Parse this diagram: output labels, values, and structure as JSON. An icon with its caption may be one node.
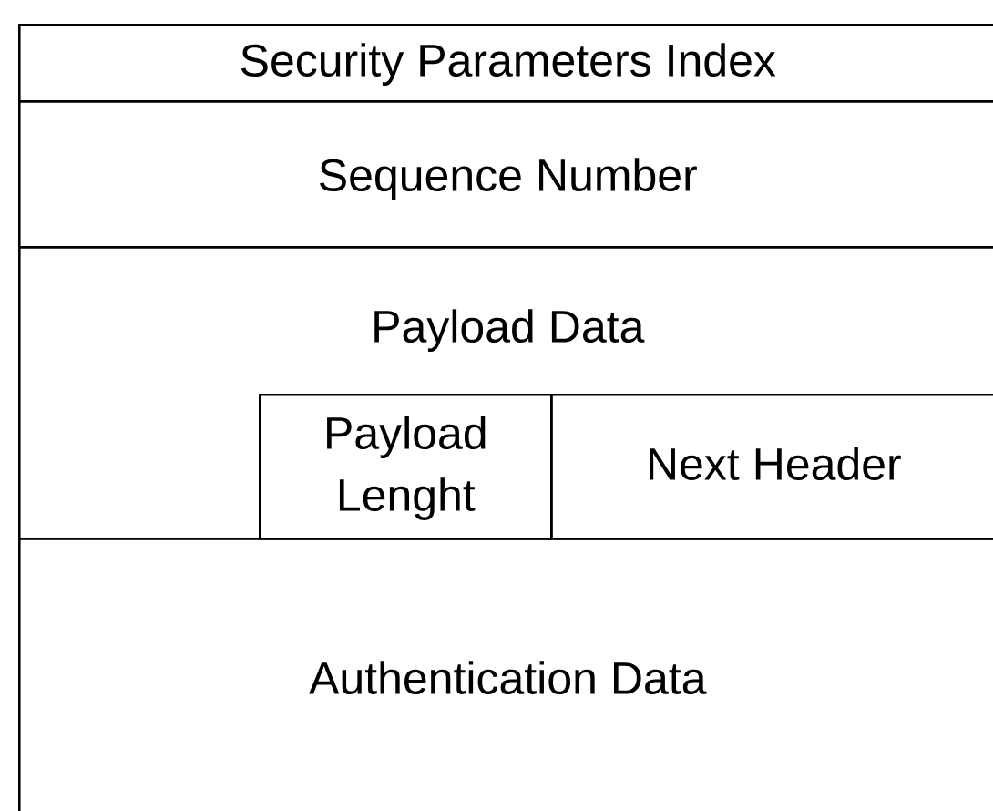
{
  "diagram": {
    "nodes": [
      {
        "text": [
          "Security Parameters Index"
        ]
      },
      {
        "text": [
          "Sequence Number"
        ]
      },
      {
        "text": [
          "Payload Data"
        ]
      },
      {
        "text": [
          "Payload Lenght"
        ],
        "in": 2
      },
      {
        "text": [
          "Next Header"
        ],
        "in": 2
      },
      {
        "text": [
          "Authentication Data"
        ]
      }
    ]
  }
}
